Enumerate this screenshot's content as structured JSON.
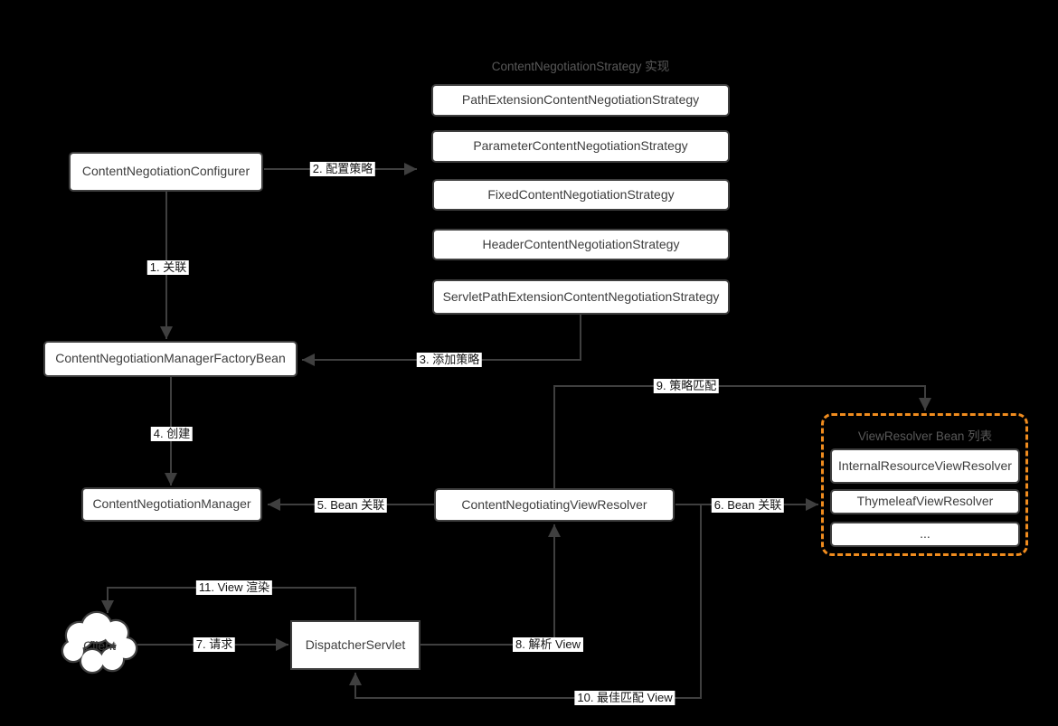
{
  "titles": {
    "strategy_group": "ContentNegotiationStrategy 实现",
    "viewresolver_group": "ViewResolver Bean 列表"
  },
  "nodes": {
    "configurer": "ContentNegotiationConfigurer",
    "factory_bean": "ContentNegotiationManagerFactoryBean",
    "manager": "ContentNegotiationManager",
    "cnvr": "ContentNegotiatingViewResolver",
    "dispatcher": "DispatcherServlet",
    "client": "Client"
  },
  "strategies": [
    "PathExtensionContentNegotiationStrategy",
    "ParameterContentNegotiationStrategy",
    "FixedContentNegotiationStrategy",
    "HeaderContentNegotiationStrategy",
    "ServletPathExtensionContentNegotiationStrategy"
  ],
  "viewresolvers": [
    "InternalResourceViewResolver",
    "ThymeleafViewResolver",
    "..."
  ],
  "edges": {
    "e1": "1. 关联",
    "e2": "2. 配置策略",
    "e3": "3. 添加策略",
    "e4": "4. 创建",
    "e5": "5. Bean 关联",
    "e6": "6. Bean 关联",
    "e7": "7. 请求",
    "e8": "8. 解析 View",
    "e9": "9. 策略匹配",
    "e10": "10. 最佳匹配 View",
    "e11": "11. View 渲染"
  },
  "colors": {
    "background": "#000000",
    "line": "#3f3f3f",
    "box_bg": "#ffffff",
    "box_border": "#3f3f3f",
    "node_text": "#3d3d3d",
    "chip_text": "#141414",
    "group_title": "#595959",
    "accent_orange": "#F08C1E"
  }
}
